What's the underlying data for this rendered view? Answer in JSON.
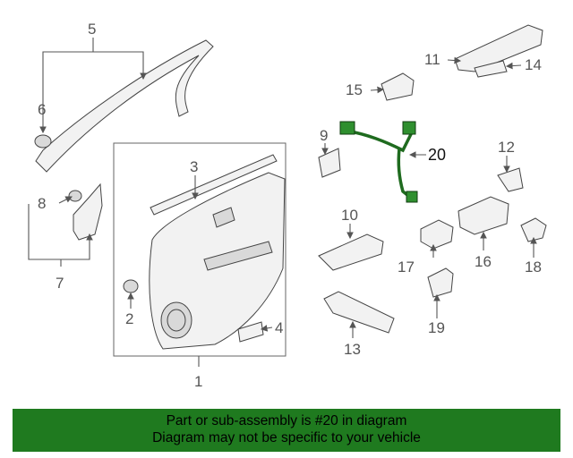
{
  "diagram": {
    "callouts": [
      {
        "id": "1",
        "label": "1"
      },
      {
        "id": "2",
        "label": "2"
      },
      {
        "id": "3",
        "label": "3"
      },
      {
        "id": "4",
        "label": "4"
      },
      {
        "id": "5",
        "label": "5"
      },
      {
        "id": "6",
        "label": "6"
      },
      {
        "id": "7",
        "label": "7"
      },
      {
        "id": "8",
        "label": "8"
      },
      {
        "id": "9",
        "label": "9"
      },
      {
        "id": "10",
        "label": "10"
      },
      {
        "id": "11",
        "label": "11"
      },
      {
        "id": "12",
        "label": "12"
      },
      {
        "id": "13",
        "label": "13"
      },
      {
        "id": "14",
        "label": "14"
      },
      {
        "id": "15",
        "label": "15"
      },
      {
        "id": "16",
        "label": "16"
      },
      {
        "id": "17",
        "label": "17"
      },
      {
        "id": "18",
        "label": "18"
      },
      {
        "id": "19",
        "label": "19"
      },
      {
        "id": "20",
        "label": "20"
      }
    ],
    "highlight_color": "#1f6b1f"
  },
  "banner": {
    "line1": "Part or sub-assembly is #20 in diagram",
    "line2": "Diagram may not be specific to your vehicle",
    "background": "#1f7a1f"
  }
}
